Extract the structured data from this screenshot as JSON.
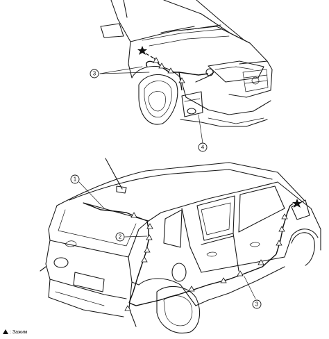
{
  "callouts": {
    "top_harness": "3",
    "washer_tank": "4",
    "antenna": "1",
    "hatch_harness": "2",
    "side_harness": "3"
  },
  "legend": {
    "label": ": Зажим"
  },
  "icons": {
    "clip": "triangle-clip-icon",
    "start_point": "star-icon"
  }
}
